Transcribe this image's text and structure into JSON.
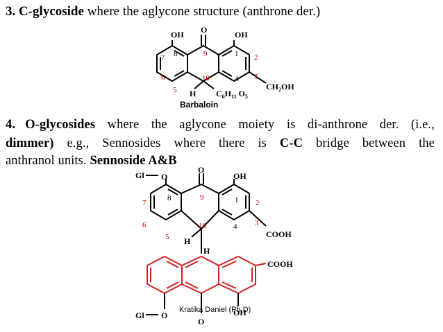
{
  "heading": {
    "number": "3.",
    "term": "C-glycoside",
    "rest": "where the aglycone structure (anthrone der.)"
  },
  "paragraph4": {
    "line1": {
      "number": "4.",
      "term": "O-glycosides",
      "words": [
        "where",
        "the",
        "aglycone",
        "moiety",
        "is",
        "di-anthrone",
        "der.",
        "(i.e.,"
      ]
    },
    "line2": {
      "term": "dimmer)",
      "words": [
        "e.g.,",
        "Sennosides",
        "where",
        "there",
        "is"
      ],
      "bond": "C-C",
      "tail": [
        "bridge",
        "between",
        "the"
      ]
    },
    "line3": {
      "text": "anthranol units.",
      "term": "Sennoside A&B"
    }
  },
  "barbaloin": {
    "name": "Barbaloin",
    "oh_left": "OH",
    "carbonyl": "O",
    "oh_right": "OH",
    "h_label": "H",
    "sugar": "C6H11O5",
    "sugar_parts": [
      "C",
      "6",
      "H",
      "11",
      " O",
      "5"
    ],
    "ch2oh_parts": [
      "CH",
      "2",
      "OH"
    ],
    "positions": [
      "7",
      "8",
      "9",
      "1",
      "2",
      "6",
      "10",
      "4",
      "3",
      "5"
    ]
  },
  "sennoside": {
    "gl_top": "Gl",
    "o_top": "O",
    "carbonyl": "O",
    "oh_top": "OH",
    "cooh_upper": "COOH",
    "h_upper": "H",
    "h_lower": "H",
    "cooh_lower": "COOH",
    "gl_bottom": "Gl",
    "o_bottom": "O",
    "oh_bottom": "OH",
    "carbonyl_bottom": "O",
    "positions": [
      "7",
      "8",
      "9",
      "1",
      "2",
      "6",
      "10",
      "4",
      "3",
      "5"
    ]
  },
  "credit": "Kratika Daniel (Ph.D)",
  "colors": {
    "text": "#000000",
    "position_numbers": "#c00000",
    "lower_anthrone": "#d42020"
  }
}
